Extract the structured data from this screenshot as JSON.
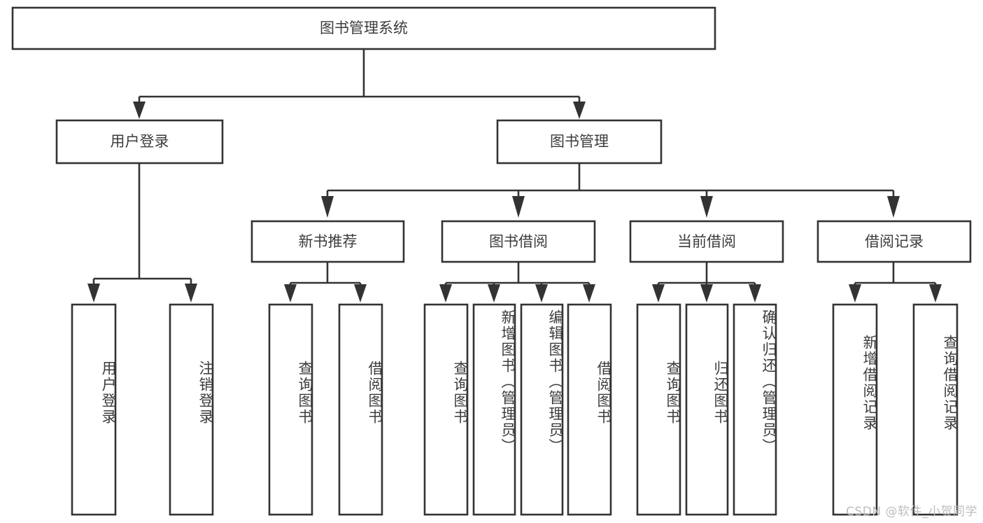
{
  "diagram": {
    "type": "tree-hierarchy",
    "title": "图书管理系统",
    "orientation": "top-down",
    "watermark": "CSDN @软件_小贺同学",
    "colors": {
      "box_stroke": "#333333",
      "box_fill": "#ffffff",
      "text": "#3c3c3c",
      "connector": "#333333",
      "watermark": "#bdbdbd",
      "background": "#ffffff"
    },
    "levels": [
      {
        "level": 1,
        "nodes": [
          {
            "id": "root",
            "label": "图书管理系统",
            "text_direction": "horizontal"
          }
        ]
      },
      {
        "level": 2,
        "nodes": [
          {
            "id": "login",
            "label": "用户登录",
            "text_direction": "horizontal",
            "parent": "root"
          },
          {
            "id": "bookmgmt",
            "label": "图书管理",
            "text_direction": "horizontal",
            "parent": "root"
          }
        ]
      },
      {
        "level": 3,
        "nodes": [
          {
            "id": "newrec",
            "label": "新书推荐",
            "text_direction": "horizontal",
            "parent": "bookmgmt"
          },
          {
            "id": "borrow",
            "label": "图书借阅",
            "text_direction": "horizontal",
            "parent": "bookmgmt"
          },
          {
            "id": "current",
            "label": "当前借阅",
            "text_direction": "horizontal",
            "parent": "bookmgmt"
          },
          {
            "id": "records",
            "label": "借阅记录",
            "text_direction": "horizontal",
            "parent": "bookmgmt"
          }
        ]
      },
      {
        "level": 4,
        "nodes": [
          {
            "id": "leaf1",
            "label": "用户登录",
            "text_direction": "vertical",
            "parent": "login"
          },
          {
            "id": "leaf2",
            "label": "注销登录",
            "text_direction": "vertical",
            "parent": "login"
          },
          {
            "id": "leaf3",
            "label": "查询图书",
            "text_direction": "vertical",
            "parent": "newrec"
          },
          {
            "id": "leaf4",
            "label": "借阅图书",
            "text_direction": "vertical",
            "parent": "newrec"
          },
          {
            "id": "leaf5",
            "label": "查询图书",
            "text_direction": "vertical",
            "parent": "borrow"
          },
          {
            "id": "leaf6",
            "label": "新增图书（管理员）",
            "text_direction": "vertical",
            "parent": "borrow"
          },
          {
            "id": "leaf7",
            "label": "编辑图书（管理员）",
            "text_direction": "vertical",
            "parent": "borrow"
          },
          {
            "id": "leaf8",
            "label": "借阅图书",
            "text_direction": "vertical",
            "parent": "borrow"
          },
          {
            "id": "leaf9",
            "label": "查询图书",
            "text_direction": "vertical",
            "parent": "current"
          },
          {
            "id": "leaf10",
            "label": "归还图书",
            "text_direction": "vertical",
            "parent": "current"
          },
          {
            "id": "leaf11",
            "label": "确认归还（管理员）",
            "text_direction": "vertical",
            "parent": "current"
          },
          {
            "id": "leaf12",
            "label": "新增借阅记录",
            "text_direction": "vertical",
            "parent": "records"
          },
          {
            "id": "leaf13",
            "label": "查询借阅记录",
            "text_direction": "vertical",
            "parent": "records"
          }
        ]
      }
    ]
  }
}
